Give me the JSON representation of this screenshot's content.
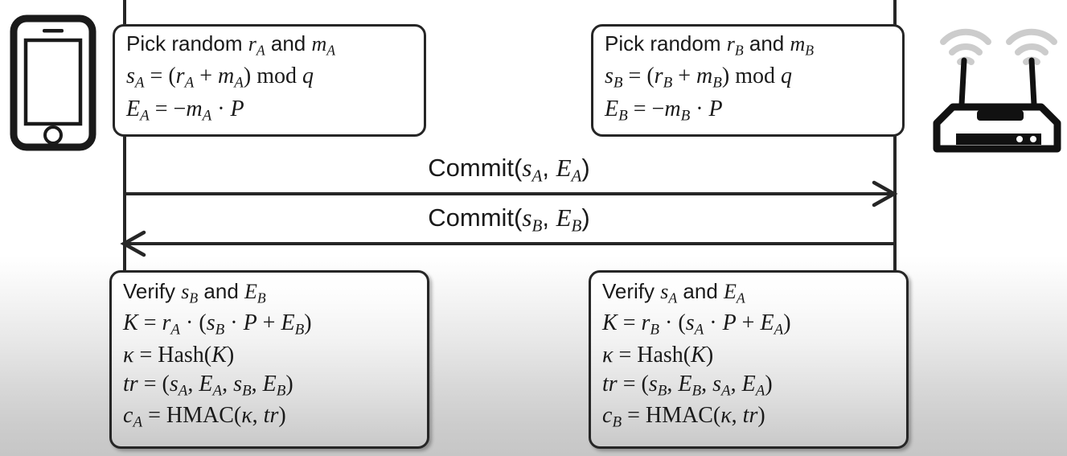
{
  "diagram": {
    "title": "Dragonfly / SAE commit-confirm handshake sequence diagram",
    "type": "sequence-diagram",
    "actors": [
      {
        "id": "client",
        "icon": "smartphone-icon",
        "side": "left"
      },
      {
        "id": "router",
        "icon": "wifi-router-icon",
        "side": "right"
      }
    ],
    "colors": {
      "stroke": "#262626",
      "text": "#1a1a1a",
      "box_fill": "#ffffff",
      "wifi_arc": "#cccccc",
      "page_bg_top": "#ffffff",
      "page_bg_bottom": "#c6c6c6"
    }
  },
  "notes": {
    "top_left": {
      "id": "note-commit-client",
      "lines": [
        {
          "kind": "text",
          "text": "Pick random rA and mA"
        },
        {
          "kind": "math",
          "text": "sA = (rA + mA) mod q"
        },
        {
          "kind": "math",
          "text": "EA = −mA · P"
        }
      ]
    },
    "top_right": {
      "id": "note-commit-router",
      "lines": [
        {
          "kind": "text",
          "text": "Pick random rB and mB"
        },
        {
          "kind": "math",
          "text": "sB = (rB + mB) mod q"
        },
        {
          "kind": "math",
          "text": "EB = −mB · P"
        }
      ]
    },
    "bottom_left": {
      "id": "note-confirm-client",
      "lines": [
        {
          "kind": "text",
          "text": "Verify sB and EB"
        },
        {
          "kind": "math",
          "text": "K = rA · (sB · P + EB)"
        },
        {
          "kind": "math",
          "text": "κ = Hash(K)"
        },
        {
          "kind": "math",
          "text": "tr = (sA, EA, sB, EB)"
        },
        {
          "kind": "math",
          "text": "cA = HMAC(κ, tr)"
        }
      ]
    },
    "bottom_right": {
      "id": "note-confirm-router",
      "lines": [
        {
          "kind": "text",
          "text": "Verify sA and EA"
        },
        {
          "kind": "math",
          "text": "K = rB · (sA · P + EA)"
        },
        {
          "kind": "math",
          "text": "κ = Hash(K)"
        },
        {
          "kind": "math",
          "text": "tr = (sB, EB, sA, EA)"
        },
        {
          "kind": "math",
          "text": "cB = HMAC(κ, tr)"
        }
      ]
    }
  },
  "messages": [
    {
      "id": "msg-commit-a",
      "label": "Commit(sA, EA)",
      "direction": "left-to-right"
    },
    {
      "id": "msg-commit-b",
      "label": "Commit(sB, EB)",
      "direction": "right-to-left"
    }
  ],
  "icons": {
    "smartphone": "smartphone-icon",
    "router": "wifi-router-icon",
    "wifi_signal": "wifi-signal-icon",
    "arrow_right": "arrow-right-icon",
    "arrow_left": "arrow-left-icon"
  }
}
